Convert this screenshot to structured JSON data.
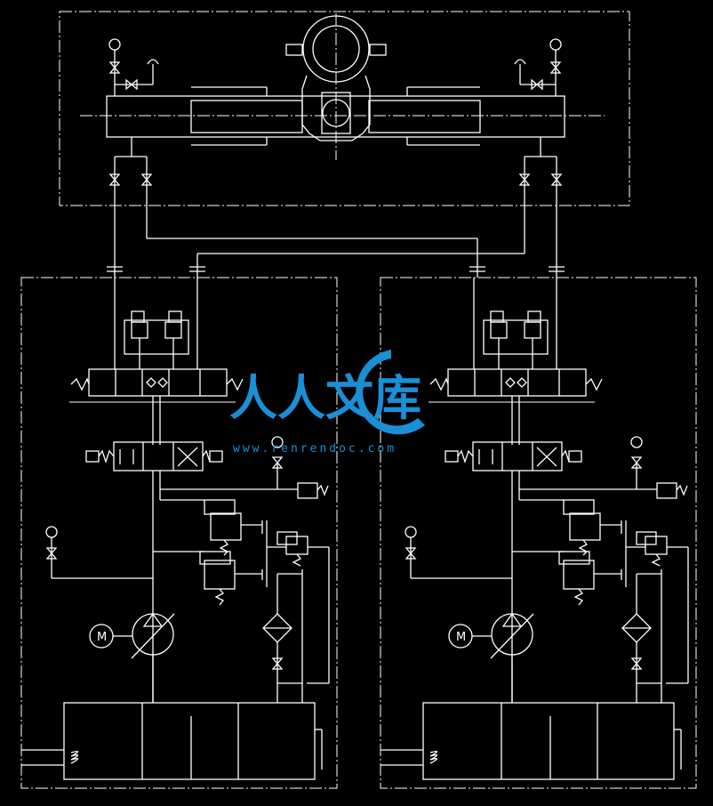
{
  "diagram": {
    "units": [
      {
        "id": "left",
        "motor_label": "M"
      },
      {
        "id": "right",
        "motor_label": "M"
      }
    ]
  },
  "watermark": {
    "brand_text": "人人文库",
    "url": "www.renrendoc.com",
    "color": "#1a8fd6"
  },
  "colors": {
    "background": "#000000",
    "lines": "#ffffff"
  }
}
